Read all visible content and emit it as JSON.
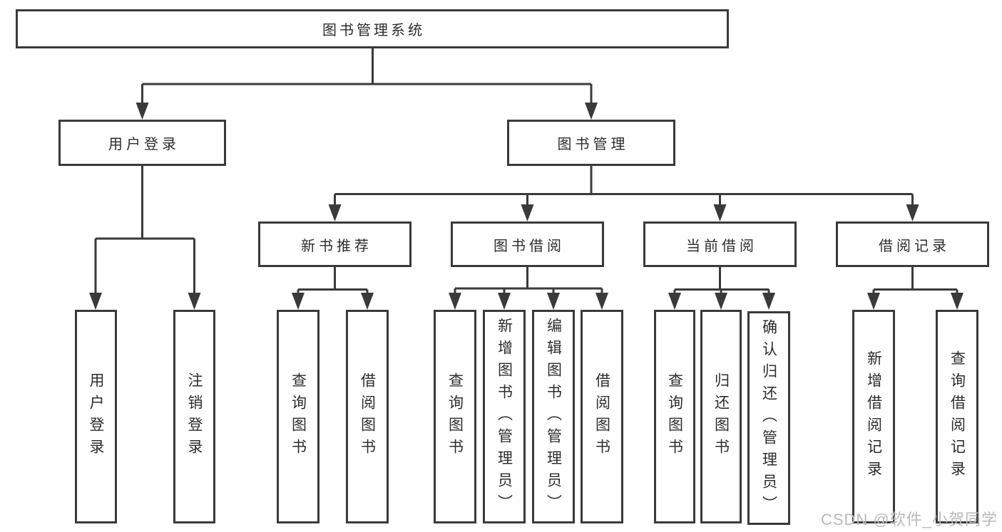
{
  "diagram": {
    "title": "图书管理系统",
    "root": {
      "label": "图书管理系统"
    },
    "level2": [
      {
        "label": "用户登录"
      },
      {
        "label": "图书管理"
      }
    ],
    "level3": [
      {
        "label": "新书推荐",
        "parent": "图书管理"
      },
      {
        "label": "图书借阅",
        "parent": "图书管理"
      },
      {
        "label": "当前借阅",
        "parent": "图书管理"
      },
      {
        "label": "借阅记录",
        "parent": "图书管理"
      }
    ],
    "leaves": [
      {
        "label": "用户登录",
        "parent": "用户登录"
      },
      {
        "label": "注销登录",
        "parent": "用户登录"
      },
      {
        "label": "查询图书",
        "parent": "新书推荐"
      },
      {
        "label": "借阅图书",
        "parent": "新书推荐"
      },
      {
        "label": "查询图书",
        "parent": "图书借阅"
      },
      {
        "label": "新增图书（管理员）",
        "parent": "图书借阅"
      },
      {
        "label": "编辑图书（管理员）",
        "parent": "图书借阅"
      },
      {
        "label": "借阅图书",
        "parent": "图书借阅"
      },
      {
        "label": "查询图书",
        "parent": "当前借阅"
      },
      {
        "label": "归还图书",
        "parent": "当前借阅"
      },
      {
        "label": "确认归还（管理员）",
        "parent": "当前借阅"
      },
      {
        "label": "新增借阅记录",
        "parent": "借阅记录"
      },
      {
        "label": "查询借阅记录",
        "parent": "借阅记录"
      }
    ]
  },
  "watermark": {
    "text": "CSDN @软件_小贺同学"
  },
  "colors": {
    "line": "#3a3a3a",
    "box_border": "#3a3a3a",
    "text": "#2d2d2d",
    "watermark": "#b9b9b9",
    "background": "#ffffff"
  }
}
